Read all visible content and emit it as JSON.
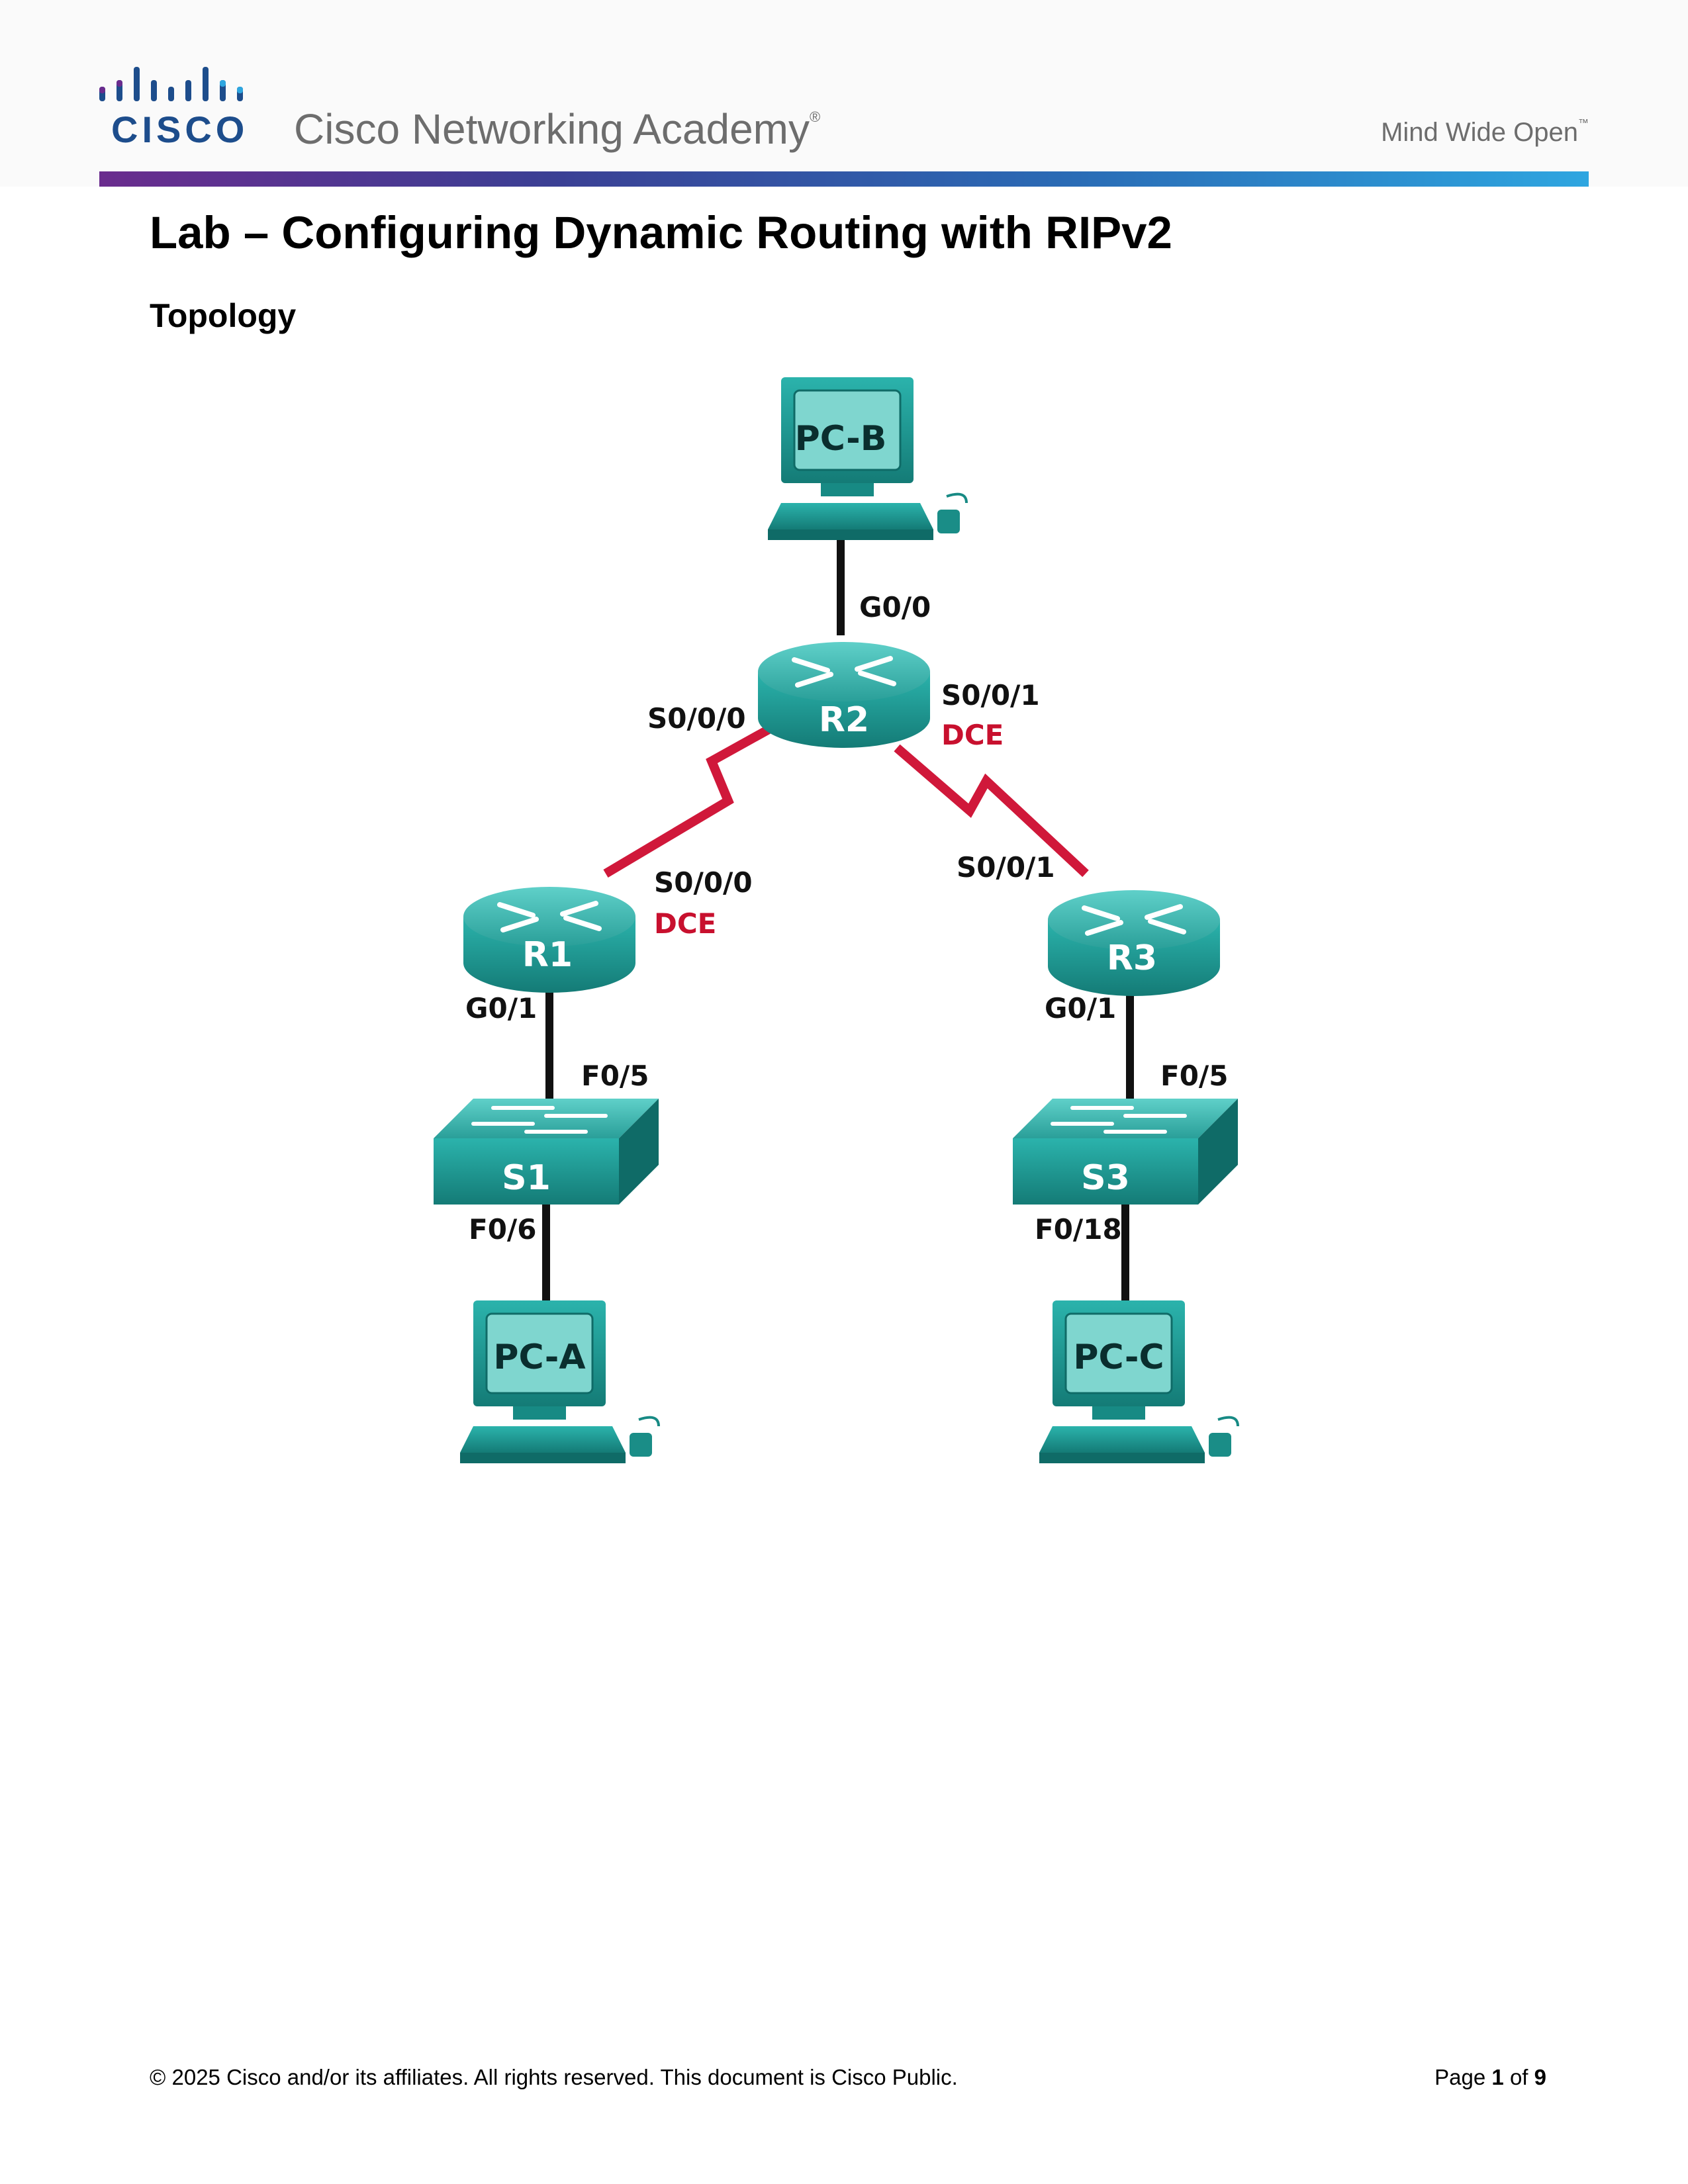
{
  "header": {
    "logo_word": "CISCO",
    "academy": "Cisco Networking Academy",
    "academy_mark": "®",
    "tagline": "Mind Wide Open",
    "tagline_mark": "™",
    "colors": {
      "rule_start": "#6a2c8e",
      "rule_end": "#2ea6e0",
      "logo_blue": "#1d4d8c"
    }
  },
  "title": "Lab – Configuring Dynamic Routing with RIPv2",
  "section": "Topology",
  "topology": {
    "devices": {
      "pc_b": "PC-B",
      "r2": "R2",
      "r1": "R1",
      "r3": "R3",
      "s1": "S1",
      "s3": "S3",
      "pc_a": "PC-A",
      "pc_c": "PC-C"
    },
    "interfaces": {
      "r2_g00": "G0/0",
      "r2_s000": "S0/0/0",
      "r2_s001": "S0/0/1",
      "r2_dce": "DCE",
      "r1_s000": "S0/0/0",
      "r1_dce": "DCE",
      "r3_s001": "S0/0/1",
      "r1_g01": "G0/1",
      "r3_g01": "G0/1",
      "s1_f05": "F0/5",
      "s3_f05": "F0/5",
      "s1_f06": "F0/6",
      "s3_f018": "F0/18"
    },
    "colors": {
      "device": "#1f9a94",
      "serial_link": "#d0183a",
      "ethernet_link": "#111111",
      "dce": "#c8102e"
    }
  },
  "footer": {
    "copyright": "© 2025 Cisco and/or its affiliates. All rights reserved. This document is Cisco Public.",
    "page_prefix": "Page",
    "page_current": "1",
    "page_of": "of",
    "page_total": "9"
  }
}
